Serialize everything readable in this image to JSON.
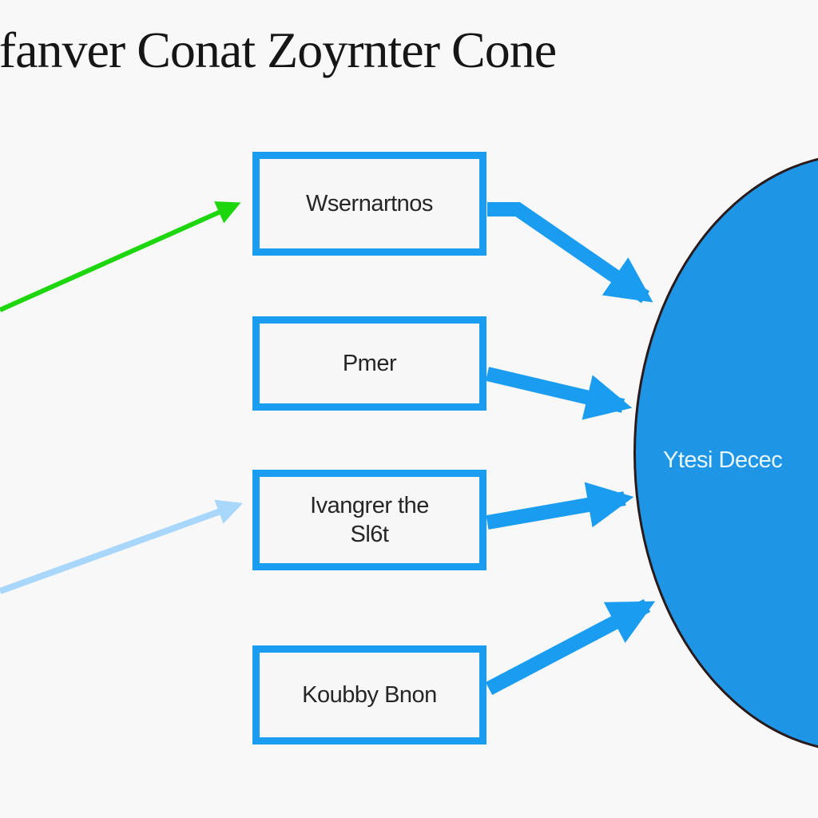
{
  "diagram": {
    "title": "tfanver Conat Zoyrnter Cone",
    "nodes": [
      {
        "id": "node-1",
        "lines": [
          "Wsernartnos"
        ]
      },
      {
        "id": "node-2",
        "lines": [
          "Pmer"
        ]
      },
      {
        "id": "node-3",
        "lines": [
          "Ivangrer the",
          "Sl6t"
        ]
      },
      {
        "id": "node-4",
        "lines": [
          "Koubby Bnon"
        ]
      }
    ],
    "target": {
      "label": "Ytesi Decec"
    },
    "colors": {
      "box_border": "#1a9df0",
      "target_fill": "#1f95e6",
      "connector": "#1a9df0",
      "incoming_green": "#1ed60e",
      "incoming_light_blue": "#a9d6fb",
      "text": "#262626"
    }
  }
}
